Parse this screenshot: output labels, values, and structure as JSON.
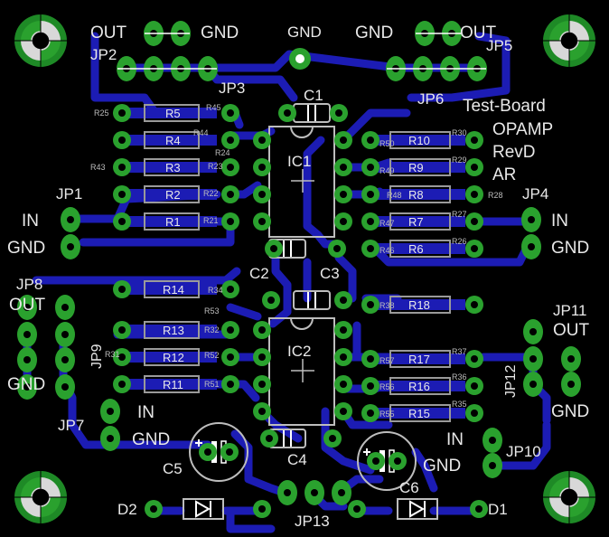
{
  "title_lines": [
    "Test-Board",
    "OPAMP",
    "RevD",
    "AR"
  ],
  "colors": {
    "background": "#000000",
    "trace": "#1c1cb4",
    "pad": "#2aa12e",
    "silk": "#e8e8e8",
    "part_outline": "#9a9a9a"
  },
  "labels": {
    "out_a": "OUT",
    "gnd_a": "GND",
    "jp2": "JP2",
    "jp3": "JP3",
    "gnd_top": "GND",
    "gnd_b": "GND",
    "out_b": "OUT",
    "jp5": "JP5",
    "jp6": "JP6",
    "c1": "C1",
    "ic1": "IC1",
    "c2": "C2",
    "c3": "C3",
    "ic2": "IC2",
    "c4": "C4",
    "c5": "C5",
    "c6": "C6",
    "jp1": "JP1",
    "in_jp1": "IN",
    "gnd_jp1": "GND",
    "jp4": "JP4",
    "in_jp4": "IN",
    "gnd_jp4": "GND",
    "jp8": "JP8",
    "out_jp8": "OUT",
    "jp9": "JP9",
    "gnd_jp8": "GND",
    "jp7": "JP7",
    "in_jp7": "IN",
    "gnd_jp7": "GND",
    "jp11": "JP11",
    "out_jp11": "OUT",
    "jp12": "JP12",
    "gnd_jp11": "GND",
    "in_jp10": "IN",
    "gnd_jp10": "GND",
    "jp10": "JP10",
    "d1": "D1",
    "d2": "D2",
    "jp13": "JP13",
    "r_left": [
      "R5",
      "R4",
      "R3",
      "R2",
      "R1",
      "R14",
      "R13",
      "R12",
      "R11"
    ],
    "r_right": [
      "R10",
      "R9",
      "R8",
      "R7",
      "R6",
      "R18",
      "R17",
      "R16",
      "R15"
    ],
    "small_left": [
      "R25",
      "R45",
      "R44",
      "R24",
      "R43",
      "R23",
      "R22",
      "R21",
      "R34",
      "R53",
      "R32",
      "R52",
      "R31",
      "R51"
    ],
    "small_right": [
      "R30",
      "R50",
      "R29",
      "R49",
      "R48",
      "R28",
      "R47",
      "R27",
      "R46",
      "R26",
      "R38",
      "R37",
      "R57",
      "R36",
      "R56",
      "R35",
      "R55"
    ]
  }
}
